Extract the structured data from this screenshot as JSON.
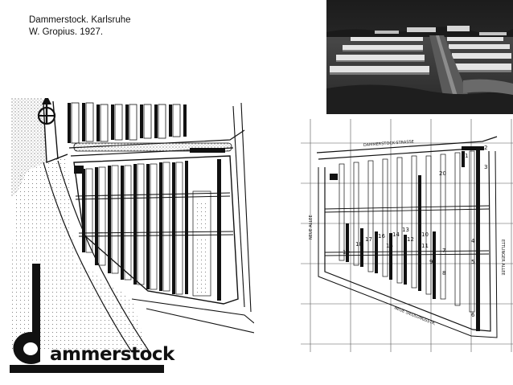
{
  "caption": {
    "line1": "Dammerstock. Karlsruhe",
    "line2": "W. Gropius. 1927."
  },
  "logo": {
    "word": "ammerstock"
  },
  "right_plan": {
    "street_top": "DAMMERSTOCK-STRASSE",
    "street_left": "NEUE ALLEE",
    "street_right": "ETTLINGER ALLEE",
    "street_bottom": "NEUE SIEDLUNGSSTR.",
    "numbers": [
      "1",
      "2",
      "3",
      "4",
      "5",
      "6",
      "7",
      "8",
      "9",
      "10",
      "11",
      "12",
      "13",
      "14",
      "15",
      "16",
      "17",
      "18",
      "19",
      "20"
    ]
  },
  "colors": {
    "ink": "#111111",
    "paper": "#ffffff",
    "photo_dark": "#2a2a2a"
  }
}
